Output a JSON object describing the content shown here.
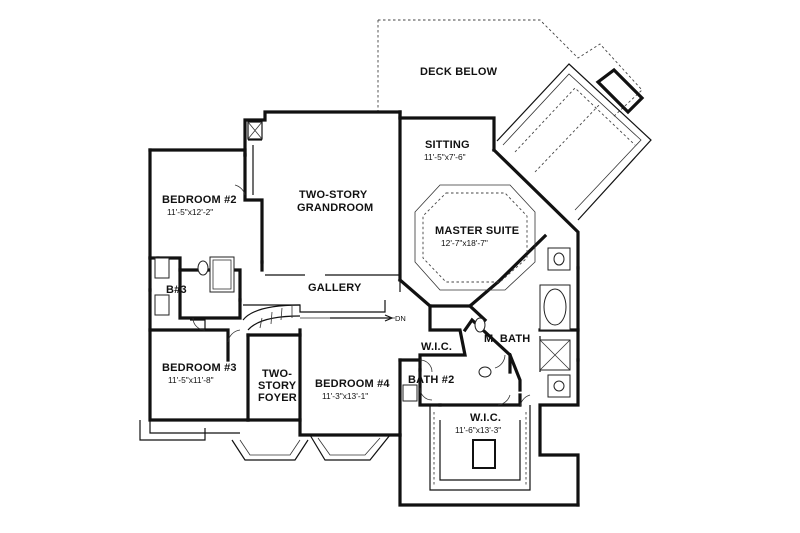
{
  "rooms": {
    "deck": {
      "name": "DECK BELOW"
    },
    "sitting": {
      "name": "SITTING",
      "dims": "11'-5\"x7'-6\""
    },
    "grandroom": {
      "line1": "TWO-STORY",
      "line2": "GRANDROOM"
    },
    "bedroom2": {
      "name": "BEDROOM #2",
      "dims": "11'-5\"x12'-2\""
    },
    "master_suite": {
      "name": "MASTER SUITE",
      "dims": "12'-7\"x18'-7\""
    },
    "bath3": {
      "name": "B#3"
    },
    "gallery": {
      "name": "GALLERY"
    },
    "stair_dn": {
      "name": "DN"
    },
    "mbath": {
      "name": "M. BATH"
    },
    "wic_small": {
      "name": "W.I.C."
    },
    "bedroom3": {
      "name": "BEDROOM #3",
      "dims": "11'-5\"x11'-8\""
    },
    "foyer": {
      "line1": "TWO-",
      "line2": "STORY",
      "line3": "FOYER"
    },
    "bedroom4": {
      "name": "BEDROOM #4",
      "dims": "11'-3\"x13'-1\""
    },
    "bath2": {
      "name": "BATH #2"
    },
    "wic_large": {
      "name": "W.I.C.",
      "dims": "11'-6\"x13'-3\""
    }
  }
}
